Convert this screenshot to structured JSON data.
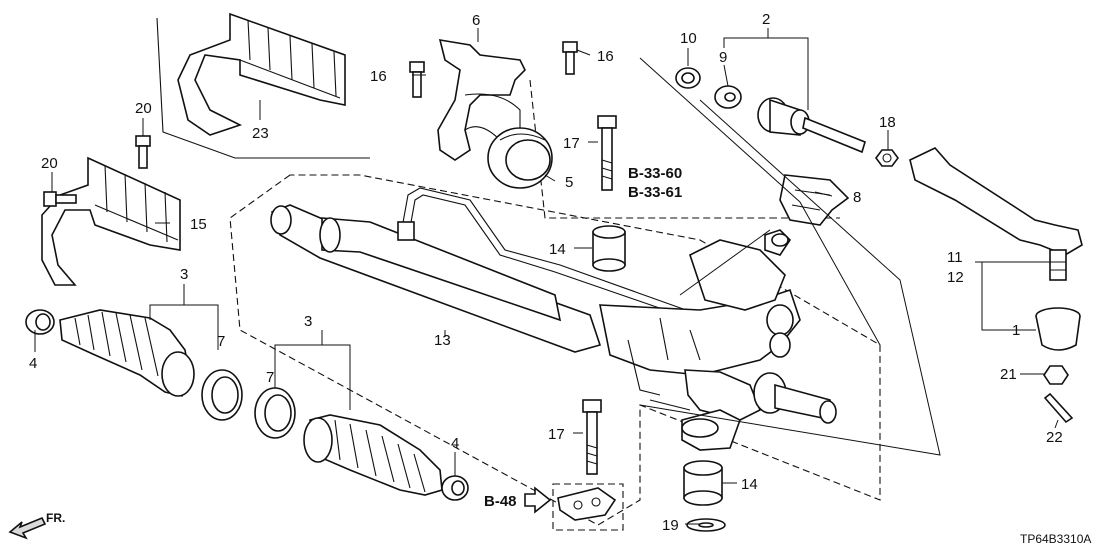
{
  "diagram_code": "TP64B3310A",
  "direction_label": "FR.",
  "reference_labels": [
    "B-33-60",
    "B-33-61",
    "B-48"
  ],
  "callouts": {
    "p1": "1",
    "p2": "2",
    "p3a": "3",
    "p3b": "3",
    "p4a": "4",
    "p4b": "4",
    "p5": "5",
    "p6": "6",
    "p7a": "7",
    "p7b": "7",
    "p8": "8",
    "p9": "9",
    "p10": "10",
    "p11": "11",
    "p12": "12",
    "p13": "13",
    "p14a": "14",
    "p14b": "14",
    "p15": "15",
    "p16a": "16",
    "p16b": "16",
    "p17a": "17",
    "p17b": "17",
    "p18": "18",
    "p19": "19",
    "p20a": "20",
    "p20b": "20",
    "p21": "21",
    "p22": "22",
    "p23": "23"
  },
  "colors": {
    "line": "#111111",
    "background": "#ffffff",
    "shade": "#d9d9d9"
  }
}
